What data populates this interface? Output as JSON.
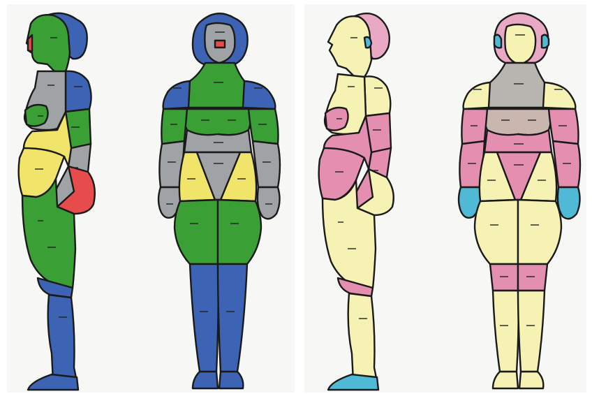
{
  "figure": {
    "panels": [
      "left",
      "right"
    ],
    "left_panel": {
      "views": [
        "side-view",
        "front-view"
      ],
      "palette": "bold-marker"
    },
    "right_panel": {
      "views": [
        "side-view",
        "front-view"
      ],
      "palette": "pale-marker"
    }
  },
  "colors": {
    "blue": "#3d64b4",
    "green": "#3aa035",
    "gray": "#9fa3a6",
    "yellow": "#f1e46a",
    "red": "#e84b4b",
    "pale_yellow": "#f5f2b4",
    "pale_pink": "#e58fb0",
    "pale_gray": "#b8b4b0",
    "pale_cyan": "#4fb9d6",
    "outline": "#1a1a1a"
  }
}
